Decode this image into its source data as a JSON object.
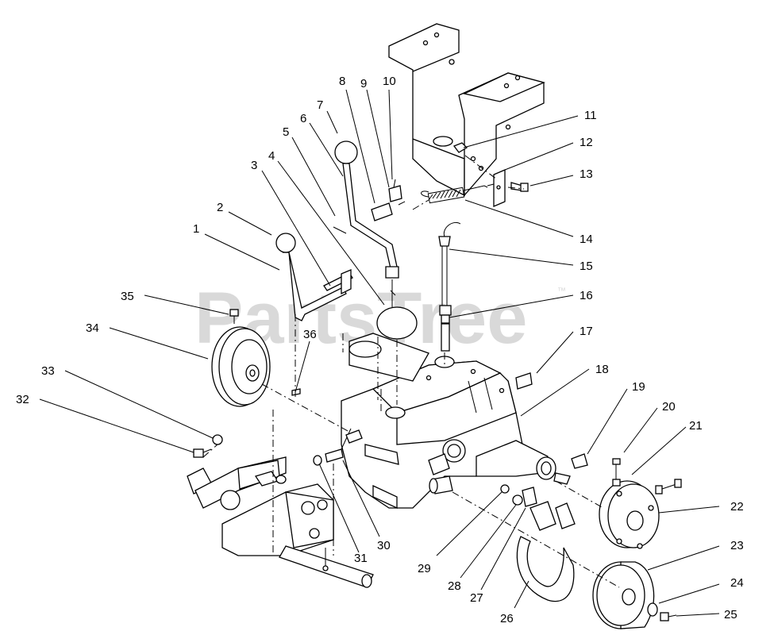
{
  "watermark": {
    "text": "PartsTree",
    "trademark": "™"
  },
  "callouts": [
    {
      "id": "c1",
      "label": "1"
    },
    {
      "id": "c2",
      "label": "2"
    },
    {
      "id": "c3",
      "label": "3"
    },
    {
      "id": "c4",
      "label": "4"
    },
    {
      "id": "c5",
      "label": "5"
    },
    {
      "id": "c6",
      "label": "6"
    },
    {
      "id": "c7",
      "label": "7"
    },
    {
      "id": "c8",
      "label": "8"
    },
    {
      "id": "c9",
      "label": "9"
    },
    {
      "id": "c10",
      "label": "10"
    },
    {
      "id": "c11",
      "label": "11"
    },
    {
      "id": "c12",
      "label": "12"
    },
    {
      "id": "c13",
      "label": "13"
    },
    {
      "id": "c14",
      "label": "14"
    },
    {
      "id": "c15",
      "label": "15"
    },
    {
      "id": "c16",
      "label": "16"
    },
    {
      "id": "c17",
      "label": "17"
    },
    {
      "id": "c18",
      "label": "18"
    },
    {
      "id": "c19",
      "label": "19"
    },
    {
      "id": "c20",
      "label": "20"
    },
    {
      "id": "c21",
      "label": "21"
    },
    {
      "id": "c22",
      "label": "22"
    },
    {
      "id": "c23",
      "label": "23"
    },
    {
      "id": "c24",
      "label": "24"
    },
    {
      "id": "c25",
      "label": "25"
    },
    {
      "id": "c26",
      "label": "26"
    },
    {
      "id": "c27",
      "label": "27"
    },
    {
      "id": "c28",
      "label": "28"
    },
    {
      "id": "c29",
      "label": "29"
    },
    {
      "id": "c30",
      "label": "30"
    },
    {
      "id": "c31",
      "label": "31"
    },
    {
      "id": "c32",
      "label": "32"
    },
    {
      "id": "c33",
      "label": "33"
    },
    {
      "id": "c34",
      "label": "34"
    },
    {
      "id": "c35",
      "label": "35"
    },
    {
      "id": "c36",
      "label": "36"
    }
  ]
}
